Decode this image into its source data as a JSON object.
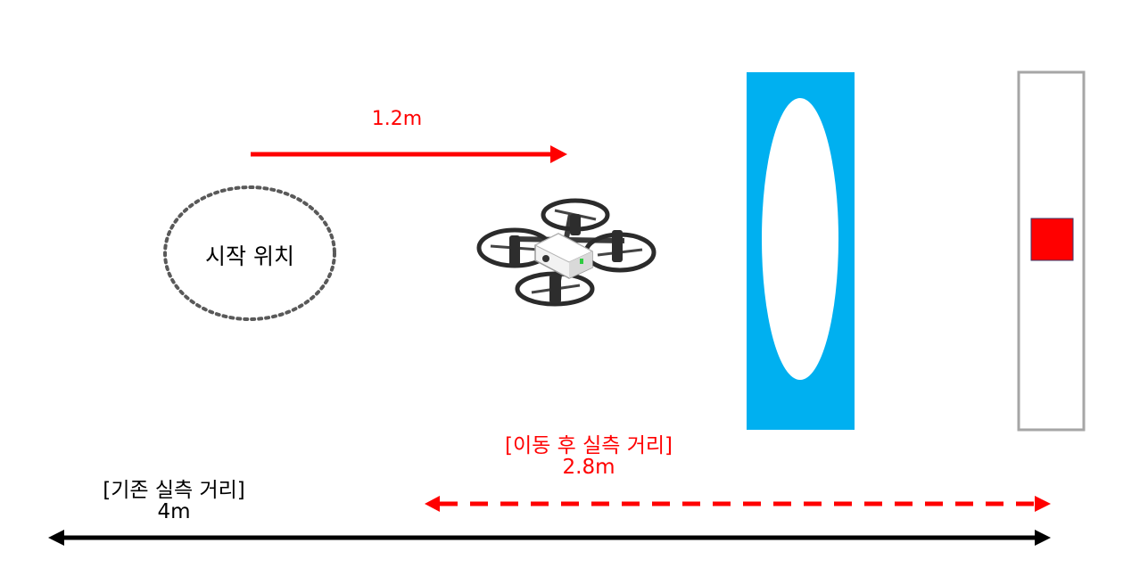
{
  "start_position": {
    "label": "시작 위치"
  },
  "forward_move": {
    "distance_label": "1.2m"
  },
  "after_move_measure": {
    "title": "[이동 후 실측 거리]",
    "distance": "2.8m"
  },
  "original_measure": {
    "title": "[기존 실측 거리]",
    "distance": "4m"
  },
  "colors": {
    "arrow_red": "#ff0000",
    "arrow_black": "#000000",
    "gate_blue": "#00b0f0",
    "target_red": "#ff0000",
    "target_frame": "#a6a6a6",
    "start_circle": "#595959"
  },
  "icons": {
    "drone": "drone-icon"
  }
}
